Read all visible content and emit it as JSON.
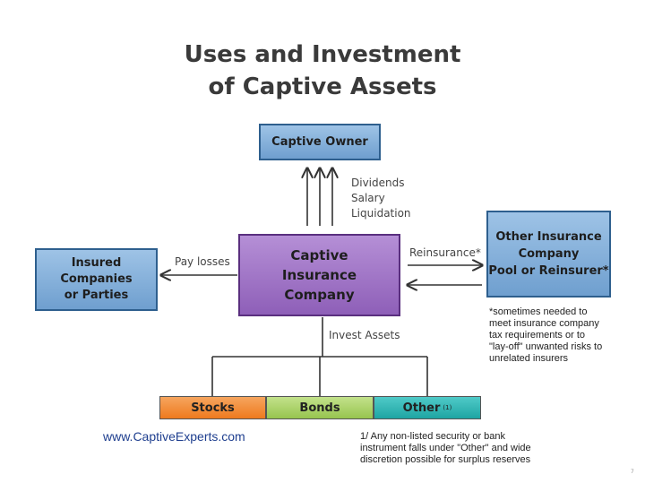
{
  "title": {
    "line1": "Uses and Investment",
    "line2": "of Captive Assets"
  },
  "nodes": {
    "captive_owner": "Captive Owner",
    "captive_insurance": [
      "Captive",
      "Insurance",
      "Company"
    ],
    "insured": [
      "Insured",
      "Companies",
      "or Parties"
    ],
    "other_insurance": [
      "Other Insurance",
      "Company",
      "Pool or Reinsurer*"
    ]
  },
  "edges": {
    "to_owner": [
      "Dividends",
      "Salary",
      "Liquidation"
    ],
    "pay_losses": "Pay losses",
    "reinsurance": "Reinsurance*",
    "invest_assets": "Invest Assets"
  },
  "assets": {
    "stocks": "Stocks",
    "bonds": "Bonds",
    "other": "Other",
    "other_sup": "(1)"
  },
  "notes": {
    "reinsurance_note": [
      "*sometimes needed to",
      "meet insurance company",
      "tax requirements or to",
      "\"lay-off\" unwanted risks to",
      "unrelated insurers"
    ],
    "other_note": [
      "1/  Any non-listed security or bank",
      "instrument falls under \"Other\" and wide",
      "discretion possible for surplus reserves"
    ]
  },
  "website": "www.CaptiveExperts.com",
  "page_number": "7",
  "colors": {
    "stocks": "#f0872e",
    "bonds": "#a6cf62",
    "other": "#25b2b0",
    "website": "#1f3f8f"
  }
}
